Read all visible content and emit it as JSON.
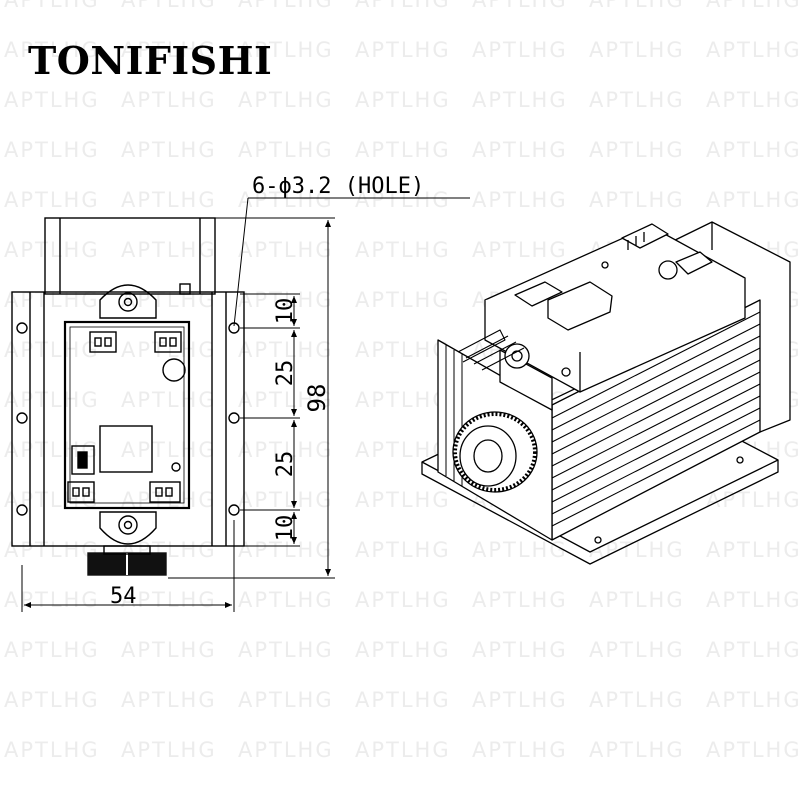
{
  "brand": "TONIFISHI",
  "watermark": "APTLHG",
  "drawing": {
    "hole_note": "6-ϕ3.2 (HOLE)",
    "width_dim": "54",
    "height_dim": "98",
    "pitch_dims": [
      "10",
      "25",
      "25",
      "10"
    ]
  }
}
